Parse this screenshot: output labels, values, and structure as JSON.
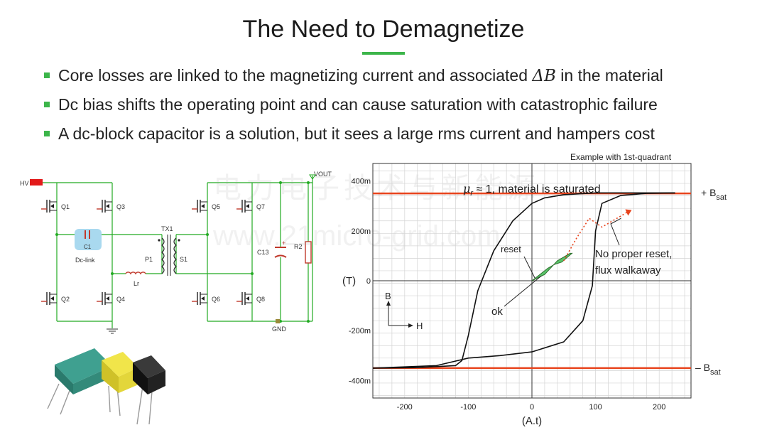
{
  "slide": {
    "title": "The Need to Demagnetize",
    "accent_color": "#3cb54a"
  },
  "bullets": [
    {
      "prefix": "Core losses are linked to the magnetizing current and associated ",
      "math": "ΔB",
      "suffix": " in the material"
    },
    {
      "prefix": "Dc bias shifts the operating point and can cause saturation with catastrophic failure",
      "math": "",
      "suffix": ""
    },
    {
      "prefix": "A dc-block capacitor is a solution, but it sees a large rms current and hampers cost",
      "math": "",
      "suffix": ""
    }
  ],
  "watermark": {
    "line1": "电力电子技术与新能源",
    "line2": "www.21micro-grid.com"
  },
  "schematic": {
    "hv": "HV",
    "vout": "VOUT",
    "gnd": "GND",
    "q1": "Q1",
    "q2": "Q2",
    "q3": "Q3",
    "q4": "Q4",
    "q5": "Q5",
    "q6": "Q6",
    "q7": "Q7",
    "q8": "Q8",
    "c1": "C1",
    "dc_link": "Dc-link",
    "tx1": "TX1",
    "p1": "P1",
    "s1": "S1",
    "lr": "Lr",
    "c13": "C13",
    "r2": "R2",
    "wire_color": "#22aa22"
  },
  "capacitor_photo": {
    "colors": [
      "#2f8f7e",
      "#e8dd34",
      "#222222"
    ]
  },
  "chart_data": {
    "type": "line",
    "title": "",
    "example_note": "Example with 1st-quadrant",
    "xlabel": "(A.t)",
    "ylabel": "(T)",
    "xlim": [
      -250,
      250
    ],
    "ylim": [
      -470,
      470
    ],
    "x_ticks": [
      -200,
      -100,
      0,
      100,
      200
    ],
    "x_tick_labels": [
      "-200",
      "-100",
      "0",
      "100",
      "200"
    ],
    "y_ticks": [
      -400,
      -200,
      0,
      200,
      400
    ],
    "y_tick_labels": [
      "-400m",
      "-200m",
      "0",
      "200m",
      "400m"
    ],
    "grid": true,
    "bsat_level": 350,
    "bsat_color": "#e8431c",
    "bsat_plus_label": "+ B",
    "bsat_minus_label": "– B",
    "bsat_subscript": "sat",
    "series": [
      {
        "part": "ascending",
        "x": [
          -250,
          -150,
          -100,
          -50,
          0,
          50,
          80,
          95,
          100,
          110,
          140,
          180,
          225
        ],
        "y": [
          -350,
          -340,
          -310,
          -300,
          -285,
          -245,
          -160,
          -20,
          200,
          310,
          342,
          350,
          352
        ]
      },
      {
        "part": "descending",
        "x": [
          225,
          100,
          50,
          20,
          0,
          -30,
          -60,
          -85,
          -100,
          -110,
          -120,
          -180,
          -250
        ],
        "y": [
          352,
          352,
          345,
          332,
          310,
          240,
          120,
          -40,
          -220,
          -320,
          -340,
          -348,
          -350
        ]
      },
      {
        "part": "minor-loop-green",
        "x": [
          0,
          25,
          35,
          47,
          63,
          60,
          40,
          20,
          0
        ],
        "y": [
          0,
          50,
          65,
          75,
          110,
          110,
          80,
          25,
          0
        ]
      },
      {
        "part": "walkaway-dotted",
        "x": [
          50,
          70,
          90,
          110,
          130,
          150
        ],
        "y": [
          80,
          170,
          250,
          215,
          245,
          275
        ]
      }
    ],
    "annotations": {
      "mu_label": "μ",
      "mu_sub": "r",
      "mu_text": " ≈ 1, material is saturated",
      "reset": "reset",
      "ok": "ok",
      "no_reset_1": "No proper reset,",
      "no_reset_2": "flux walkaway",
      "axis_b": "B",
      "axis_h": "H"
    }
  }
}
